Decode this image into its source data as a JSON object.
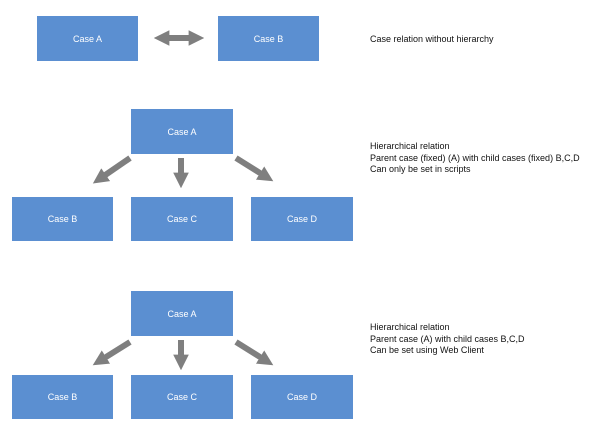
{
  "colors": {
    "box_fill": "#5b8fd1",
    "box_text": "#ffffff",
    "arrow": "#7f7f7f",
    "note_text": "#111111"
  },
  "section1": {
    "box_left": "Case A",
    "box_right": "Case B",
    "note": [
      "Case relation without  hierarchy"
    ]
  },
  "section2": {
    "parent": "Case A",
    "children": [
      "Case B",
      "Case C",
      "Case D"
    ],
    "note": [
      "Hierarchical relation",
      "Parent case (fixed) (A) with child cases (fixed) B,C,D",
      "Can only be set in scripts"
    ]
  },
  "section3": {
    "parent": "Case A",
    "children": [
      "Case B",
      "Case C",
      "Case D"
    ],
    "note": [
      "Hierarchical relation",
      "Parent case (A) with  child cases B,C,D",
      "Can be set using Web Client"
    ]
  }
}
